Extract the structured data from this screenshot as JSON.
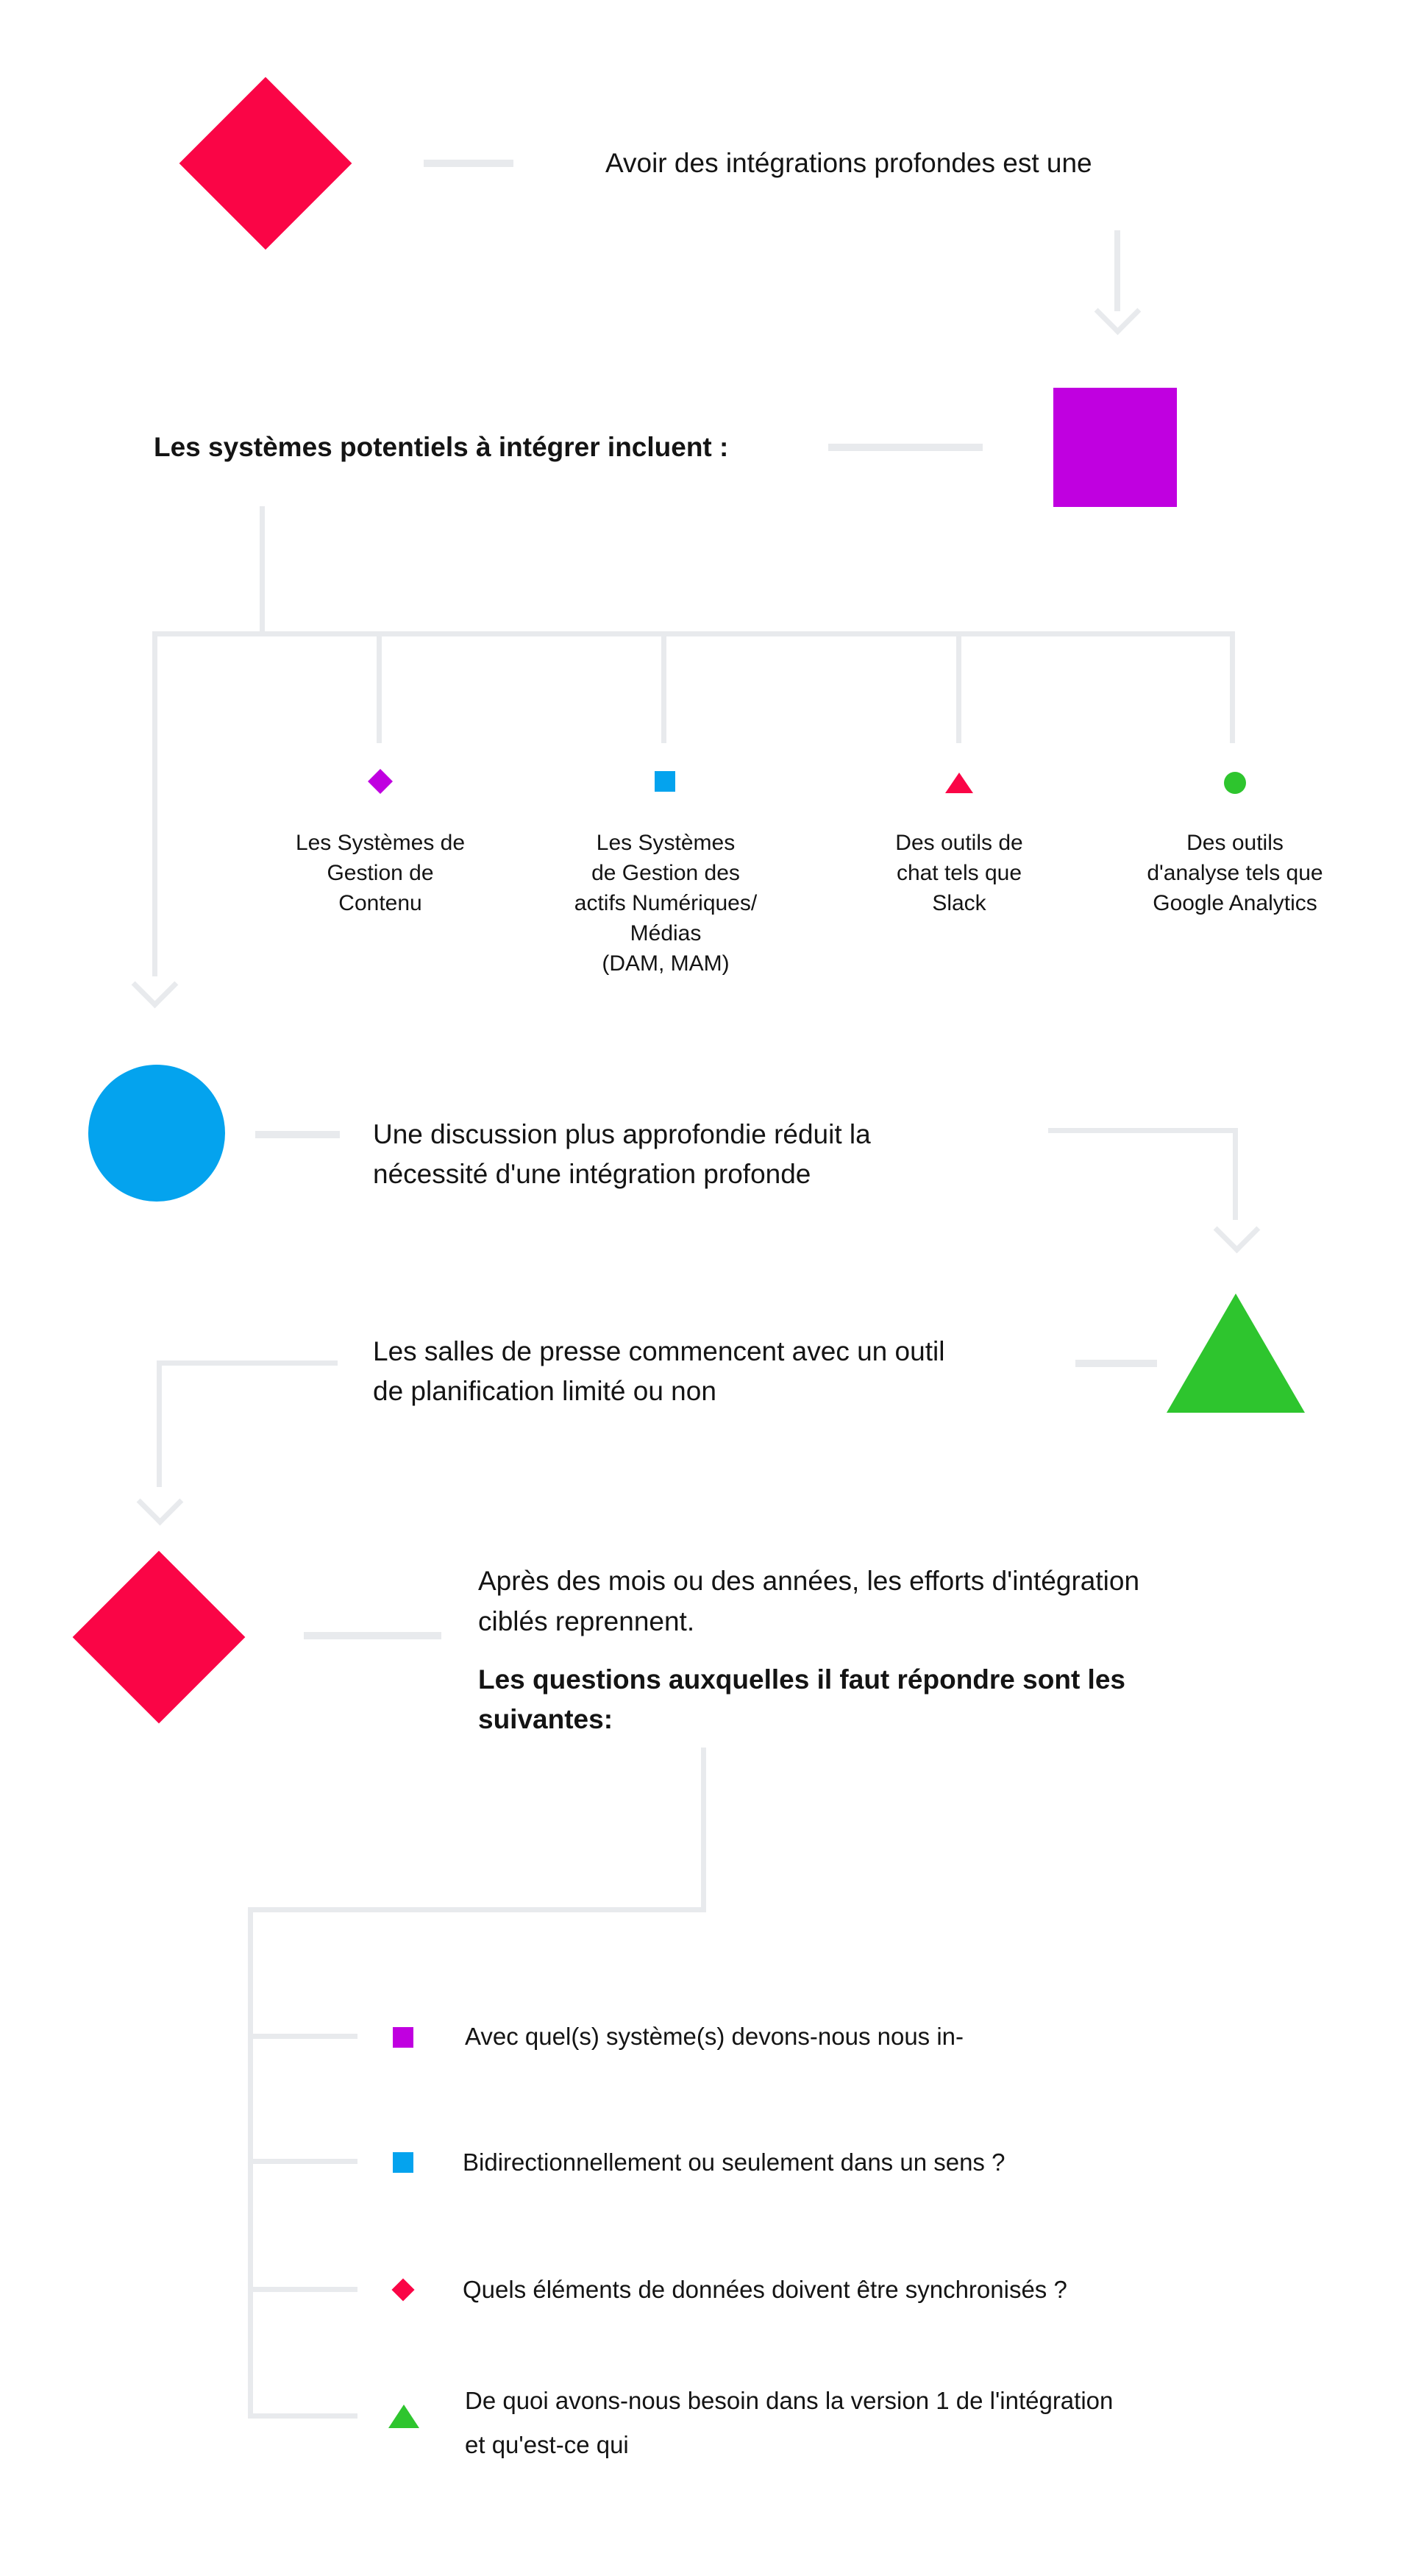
{
  "colors": {
    "pink": "#FA0546",
    "magenta": "#C000E0",
    "blue": "#04A3EE",
    "green": "#2EC52E",
    "connector": "#E8EAED",
    "text": "#141414"
  },
  "flow": {
    "step1": {
      "marker": "pink-diamond",
      "text": "Avoir des intégrations profondes est une"
    },
    "step2": {
      "marker": "magenta-square",
      "heading": "Les systèmes potentiels à intégrer incluent :"
    },
    "branches": [
      {
        "marker": "magenta-diamond",
        "label": "Les Systèmes de\nGestion de\nContenu"
      },
      {
        "marker": "blue-square",
        "label": "Les Systèmes\nde Gestion des\nactifs Numériques/\nMédias\n(DAM, MAM)"
      },
      {
        "marker": "pink-triangle",
        "label": "Des outils de\nchat tels que\nSlack"
      },
      {
        "marker": "green-circle",
        "label": "Des outils\nd'analyse tels que\nGoogle Analytics"
      }
    ],
    "step3": {
      "marker": "blue-circle",
      "text": "Une discussion plus approfondie réduit la\nnécessité d'une intégration profonde"
    },
    "step4": {
      "marker": "green-triangle",
      "text": "Les salles de presse commencent avec un outil\nde planification limité ou non"
    },
    "step5": {
      "marker": "pink-diamond",
      "text": "Après des mois ou des années, les efforts d'intégration\nciblés reprennent.",
      "heading": "Les questions auxquelles il faut répondre sont les\nsuivantes:"
    },
    "questions": [
      {
        "marker": "magenta-square",
        "text": "Avec quel(s) système(s) devons-nous nous in-"
      },
      {
        "marker": "blue-square",
        "text": "Bidirectionnellement ou seulement dans un sens ?"
      },
      {
        "marker": "pink-diamond",
        "text": "Quels éléments de données doivent être synchronisés ?"
      },
      {
        "marker": "green-triangle",
        "text": "De quoi avons-nous besoin dans la version 1 de l'intégration\net qu'est-ce qui"
      }
    ]
  }
}
